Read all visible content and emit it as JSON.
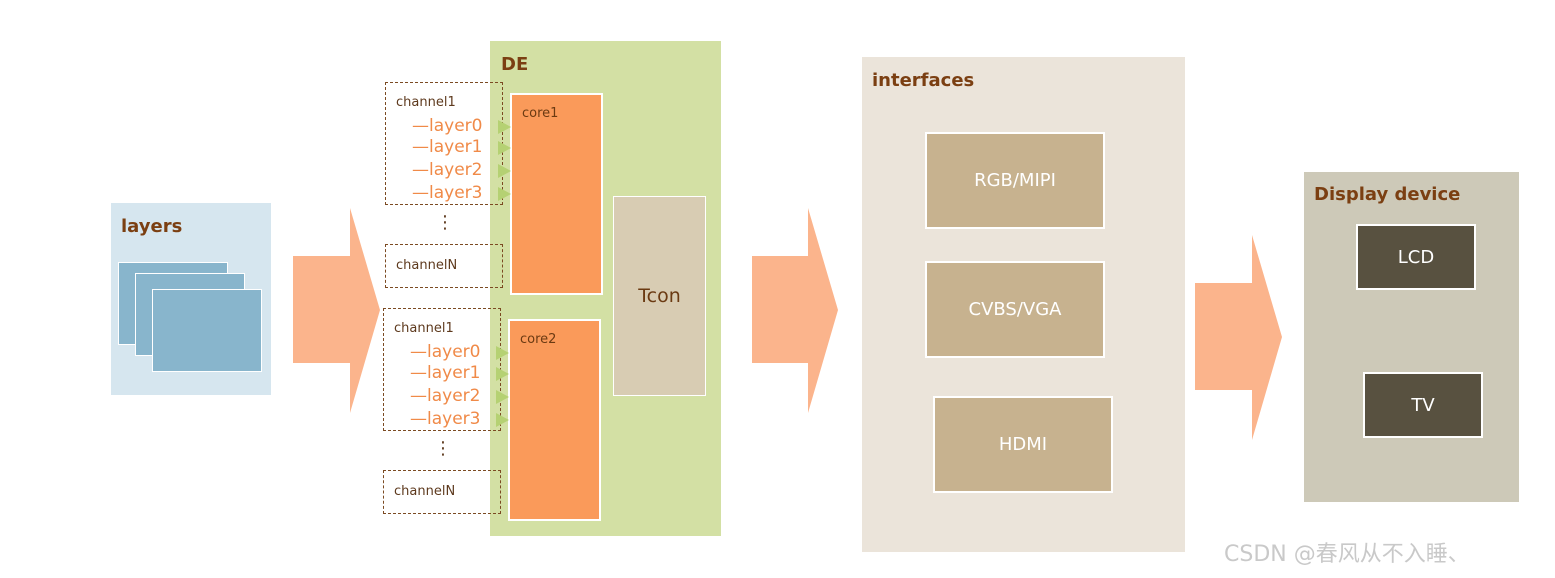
{
  "layers": {
    "title": "layers"
  },
  "de": {
    "title": "DE",
    "core1": {
      "label": "core1"
    },
    "core2": {
      "label": "core2"
    },
    "tcon": "Tcon",
    "channel_first": "channel1",
    "channel_last": "channelN",
    "layer_labels": [
      "—layer0",
      "—layer1",
      "—layer2",
      "—layer3"
    ],
    "ellipsis": "⋮"
  },
  "interfaces": {
    "title": "interfaces",
    "items": [
      "RGB/MIPI",
      "CVBS/VGA",
      "HDMI"
    ]
  },
  "display": {
    "title": "Display device",
    "items": [
      "LCD",
      "TV"
    ]
  },
  "watermark": "CSDN @春风从不入睡、",
  "colors": {
    "arrow": "#fbb48c",
    "core": "#fa9a5a",
    "de_bg": "#d3e0a4",
    "interfaces_bg": "#ebe4da",
    "display_bg": "#cdc9b8"
  }
}
